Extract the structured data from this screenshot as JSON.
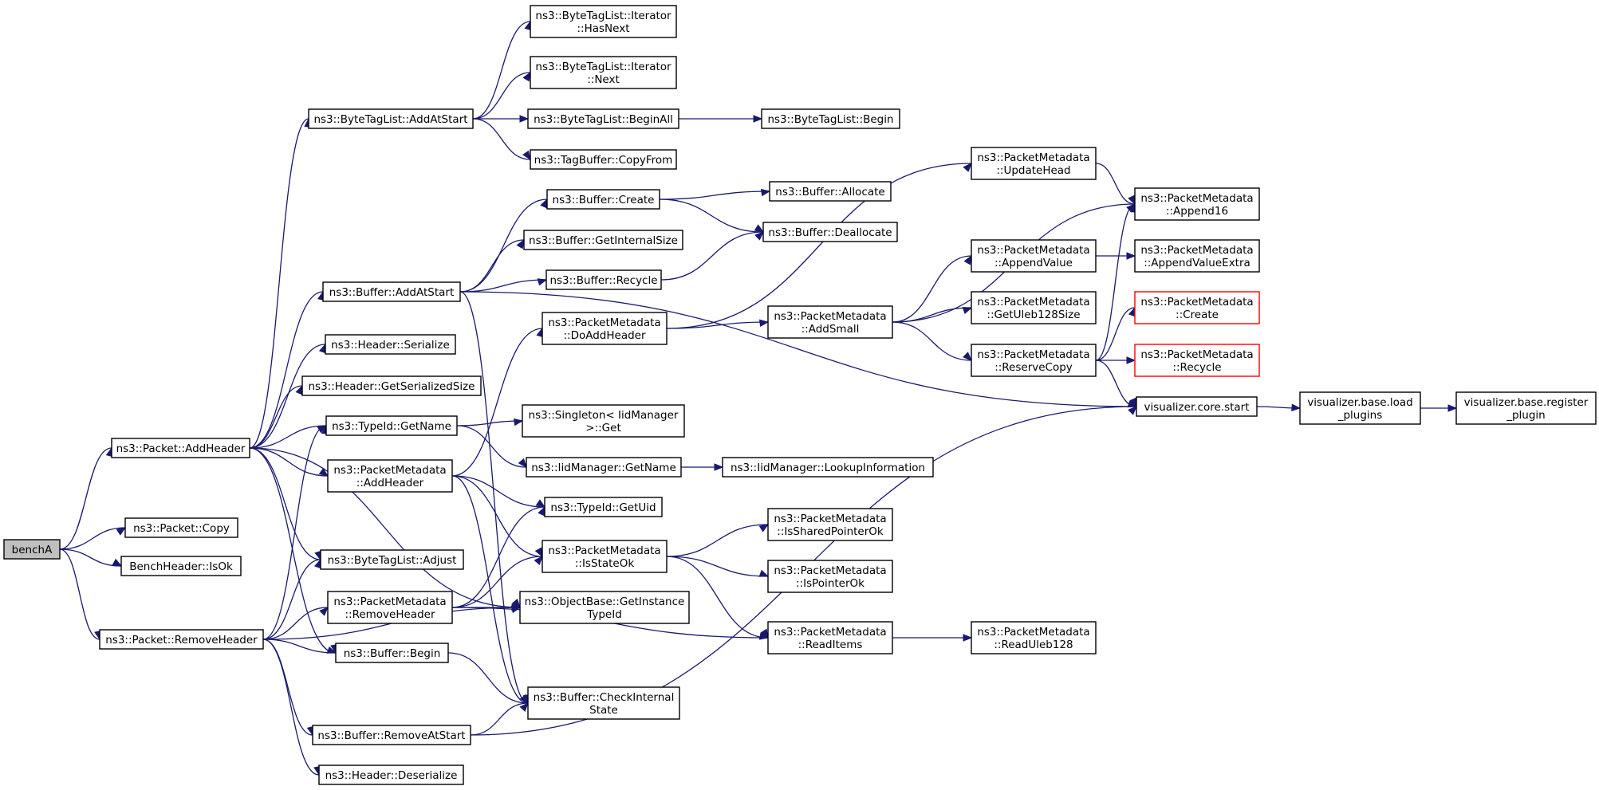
{
  "nodes": [
    {
      "id": "benchA",
      "lines": [
        "benchA"
      ],
      "style": "root"
    },
    {
      "id": "pkt_addheader",
      "lines": [
        "ns3::Packet::AddHeader"
      ]
    },
    {
      "id": "pkt_copy",
      "lines": [
        "ns3::Packet::Copy"
      ]
    },
    {
      "id": "bench_isok",
      "lines": [
        "BenchHeader::IsOk"
      ]
    },
    {
      "id": "pkt_removeheader",
      "lines": [
        "ns3::Packet::RemoveHeader"
      ]
    },
    {
      "id": "btl_addatstart",
      "lines": [
        "ns3::ByteTagList::AddAtStart"
      ]
    },
    {
      "id": "buf_addatstart",
      "lines": [
        "ns3::Buffer::AddAtStart"
      ]
    },
    {
      "id": "hdr_serialize",
      "lines": [
        "ns3::Header::Serialize"
      ]
    },
    {
      "id": "hdr_getsersize",
      "lines": [
        "ns3::Header::GetSerializedSize"
      ]
    },
    {
      "id": "typeid_getname",
      "lines": [
        "ns3::TypeId::GetName"
      ]
    },
    {
      "id": "pm_addheader",
      "lines": [
        "ns3::PacketMetadata",
        "::AddHeader"
      ]
    },
    {
      "id": "btl_adjust",
      "lines": [
        "ns3::ByteTagList::Adjust"
      ]
    },
    {
      "id": "pm_removeheader",
      "lines": [
        "ns3::PacketMetadata",
        "::RemoveHeader"
      ]
    },
    {
      "id": "buf_begin",
      "lines": [
        "ns3::Buffer::Begin"
      ]
    },
    {
      "id": "buf_removeatstart",
      "lines": [
        "ns3::Buffer::RemoveAtStart"
      ]
    },
    {
      "id": "hdr_deserialize",
      "lines": [
        "ns3::Header::Deserialize"
      ]
    },
    {
      "id": "btl_it_hasnext",
      "lines": [
        "ns3::ByteTagList::Iterator",
        "::HasNext"
      ]
    },
    {
      "id": "btl_it_next",
      "lines": [
        "ns3::ByteTagList::Iterator",
        "::Next"
      ]
    },
    {
      "id": "btl_beginall",
      "lines": [
        "ns3::ByteTagList::BeginAll"
      ]
    },
    {
      "id": "tagbuf_copyfrom",
      "lines": [
        "ns3::TagBuffer::CopyFrom"
      ]
    },
    {
      "id": "buf_create",
      "lines": [
        "ns3::Buffer::Create"
      ]
    },
    {
      "id": "buf_getinternalsize",
      "lines": [
        "ns3::Buffer::GetInternalSize"
      ]
    },
    {
      "id": "buf_recycle",
      "lines": [
        "ns3::Buffer::Recycle"
      ]
    },
    {
      "id": "pm_doaddheader",
      "lines": [
        "ns3::PacketMetadata",
        "::DoAddHeader"
      ]
    },
    {
      "id": "singleton_get",
      "lines": [
        "ns3::Singleton< IidManager",
        " >::Get"
      ]
    },
    {
      "id": "iid_getname",
      "lines": [
        "ns3::IidManager::GetName"
      ]
    },
    {
      "id": "typeid_getuid",
      "lines": [
        "ns3::TypeId::GetUid"
      ]
    },
    {
      "id": "pm_isstateok",
      "lines": [
        "ns3::PacketMetadata",
        "::IsStateOk"
      ]
    },
    {
      "id": "objbase_getinstancetypeid",
      "lines": [
        "ns3::ObjectBase::GetInstance",
        "TypeId"
      ]
    },
    {
      "id": "buf_checkinternalstate",
      "lines": [
        "ns3::Buffer::CheckInternal",
        "State"
      ]
    },
    {
      "id": "btl_begin",
      "lines": [
        "ns3::ByteTagList::Begin"
      ]
    },
    {
      "id": "buf_allocate",
      "lines": [
        "ns3::Buffer::Allocate"
      ]
    },
    {
      "id": "buf_deallocate",
      "lines": [
        "ns3::Buffer::Deallocate"
      ]
    },
    {
      "id": "pm_updatehead",
      "lines": [
        "ns3::PacketMetadata",
        "::UpdateHead"
      ]
    },
    {
      "id": "pm_appendvalue",
      "lines": [
        "ns3::PacketMetadata",
        "::AppendValue"
      ]
    },
    {
      "id": "pm_addsmall",
      "lines": [
        "ns3::PacketMetadata",
        "::AddSmall"
      ]
    },
    {
      "id": "pm_getuleb128size",
      "lines": [
        "ns3::PacketMetadata",
        "::GetUleb128Size"
      ]
    },
    {
      "id": "pm_reservecopy",
      "lines": [
        "ns3::PacketMetadata",
        "::ReserveCopy"
      ]
    },
    {
      "id": "iid_lookupinfo",
      "lines": [
        "ns3::IidManager::LookupInformation"
      ]
    },
    {
      "id": "pm_issharedpointerok",
      "lines": [
        "ns3::PacketMetadata",
        "::IsSharedPointerOk"
      ]
    },
    {
      "id": "pm_ispointerok",
      "lines": [
        "ns3::PacketMetadata",
        "::IsPointerOk"
      ]
    },
    {
      "id": "pm_readitems",
      "lines": [
        "ns3::PacketMetadata",
        "::ReadItems"
      ]
    },
    {
      "id": "pm_append16",
      "lines": [
        "ns3::PacketMetadata",
        "::Append16"
      ]
    },
    {
      "id": "pm_appendvalueextra",
      "lines": [
        "ns3::PacketMetadata",
        "::AppendValueExtra"
      ]
    },
    {
      "id": "pm_create",
      "lines": [
        "ns3::PacketMetadata",
        "::Create"
      ],
      "style": "red"
    },
    {
      "id": "pm_recycle",
      "lines": [
        "ns3::PacketMetadata",
        "::Recycle"
      ],
      "style": "red"
    },
    {
      "id": "vis_core_start",
      "lines": [
        "visualizer.core.start"
      ]
    },
    {
      "id": "pm_readuleb128",
      "lines": [
        "ns3::PacketMetadata",
        "::ReadUleb128"
      ]
    },
    {
      "id": "vis_base_load_plugins",
      "lines": [
        "visualizer.base.load",
        "_plugins"
      ]
    },
    {
      "id": "vis_base_register_plugin",
      "lines": [
        "visualizer.base.register",
        "_plugin"
      ]
    }
  ],
  "edges": [
    [
      "benchA",
      "pkt_addheader"
    ],
    [
      "benchA",
      "pkt_copy"
    ],
    [
      "benchA",
      "bench_isok"
    ],
    [
      "benchA",
      "pkt_removeheader"
    ],
    [
      "pkt_addheader",
      "btl_addatstart"
    ],
    [
      "pkt_addheader",
      "buf_addatstart"
    ],
    [
      "pkt_addheader",
      "hdr_serialize"
    ],
    [
      "pkt_addheader",
      "hdr_getsersize"
    ],
    [
      "pkt_addheader",
      "typeid_getname"
    ],
    [
      "pkt_addheader",
      "pm_addheader"
    ],
    [
      "pkt_addheader",
      "btl_adjust"
    ],
    [
      "pkt_addheader",
      "objbase_getinstancetypeid"
    ],
    [
      "pkt_addheader",
      "buf_begin"
    ],
    [
      "pkt_removeheader",
      "btl_adjust"
    ],
    [
      "pkt_removeheader",
      "typeid_getname"
    ],
    [
      "pkt_removeheader",
      "pm_removeheader"
    ],
    [
      "pkt_removeheader",
      "buf_begin"
    ],
    [
      "pkt_removeheader",
      "objbase_getinstancetypeid"
    ],
    [
      "pkt_removeheader",
      "buf_removeatstart"
    ],
    [
      "pkt_removeheader",
      "hdr_deserialize"
    ],
    [
      "btl_addatstart",
      "btl_it_hasnext"
    ],
    [
      "btl_addatstart",
      "btl_it_next"
    ],
    [
      "btl_addatstart",
      "btl_beginall"
    ],
    [
      "btl_addatstart",
      "tagbuf_copyfrom"
    ],
    [
      "btl_beginall",
      "btl_begin"
    ],
    [
      "buf_addatstart",
      "buf_create"
    ],
    [
      "buf_addatstart",
      "buf_getinternalsize"
    ],
    [
      "buf_addatstart",
      "buf_recycle"
    ],
    [
      "buf_addatstart",
      "vis_core_start"
    ],
    [
      "buf_addatstart",
      "buf_checkinternalstate"
    ],
    [
      "buf_create",
      "buf_allocate"
    ],
    [
      "buf_create",
      "buf_deallocate"
    ],
    [
      "buf_recycle",
      "buf_deallocate"
    ],
    [
      "typeid_getname",
      "singleton_get"
    ],
    [
      "typeid_getname",
      "iid_getname"
    ],
    [
      "iid_getname",
      "iid_lookupinfo"
    ],
    [
      "pm_addheader",
      "pm_doaddheader"
    ],
    [
      "pm_addheader",
      "typeid_getuid"
    ],
    [
      "pm_addheader",
      "pm_isstateok"
    ],
    [
      "pm_addheader",
      "buf_checkinternalstate"
    ],
    [
      "pm_removeheader",
      "typeid_getuid"
    ],
    [
      "pm_removeheader",
      "pm_isstateok"
    ],
    [
      "pm_removeheader",
      "objbase_getinstancetypeid"
    ],
    [
      "pm_removeheader",
      "pm_readitems"
    ],
    [
      "pm_doaddheader",
      "pm_updatehead"
    ],
    [
      "pm_doaddheader",
      "pm_addsmall"
    ],
    [
      "pm_addsmall",
      "pm_append16"
    ],
    [
      "pm_addsmall",
      "pm_appendvalue"
    ],
    [
      "pm_addsmall",
      "pm_getuleb128size"
    ],
    [
      "pm_addsmall",
      "pm_reservecopy"
    ],
    [
      "pm_updatehead",
      "pm_append16"
    ],
    [
      "pm_appendvalue",
      "pm_appendvalueextra"
    ],
    [
      "pm_reservecopy",
      "pm_append16"
    ],
    [
      "pm_reservecopy",
      "pm_create"
    ],
    [
      "pm_reservecopy",
      "pm_recycle"
    ],
    [
      "pm_reservecopy",
      "vis_core_start"
    ],
    [
      "pm_isstateok",
      "pm_issharedpointerok"
    ],
    [
      "pm_isstateok",
      "pm_ispointerok"
    ],
    [
      "pm_isstateok",
      "pm_readitems"
    ],
    [
      "pm_readitems",
      "pm_readuleb128"
    ],
    [
      "buf_begin",
      "buf_checkinternalstate"
    ],
    [
      "buf_removeatstart",
      "buf_checkinternalstate"
    ],
    [
      "buf_removeatstart",
      "vis_core_start"
    ],
    [
      "vis_core_start",
      "vis_base_load_plugins"
    ],
    [
      "vis_base_load_plugins",
      "vis_base_register_plugin"
    ]
  ]
}
